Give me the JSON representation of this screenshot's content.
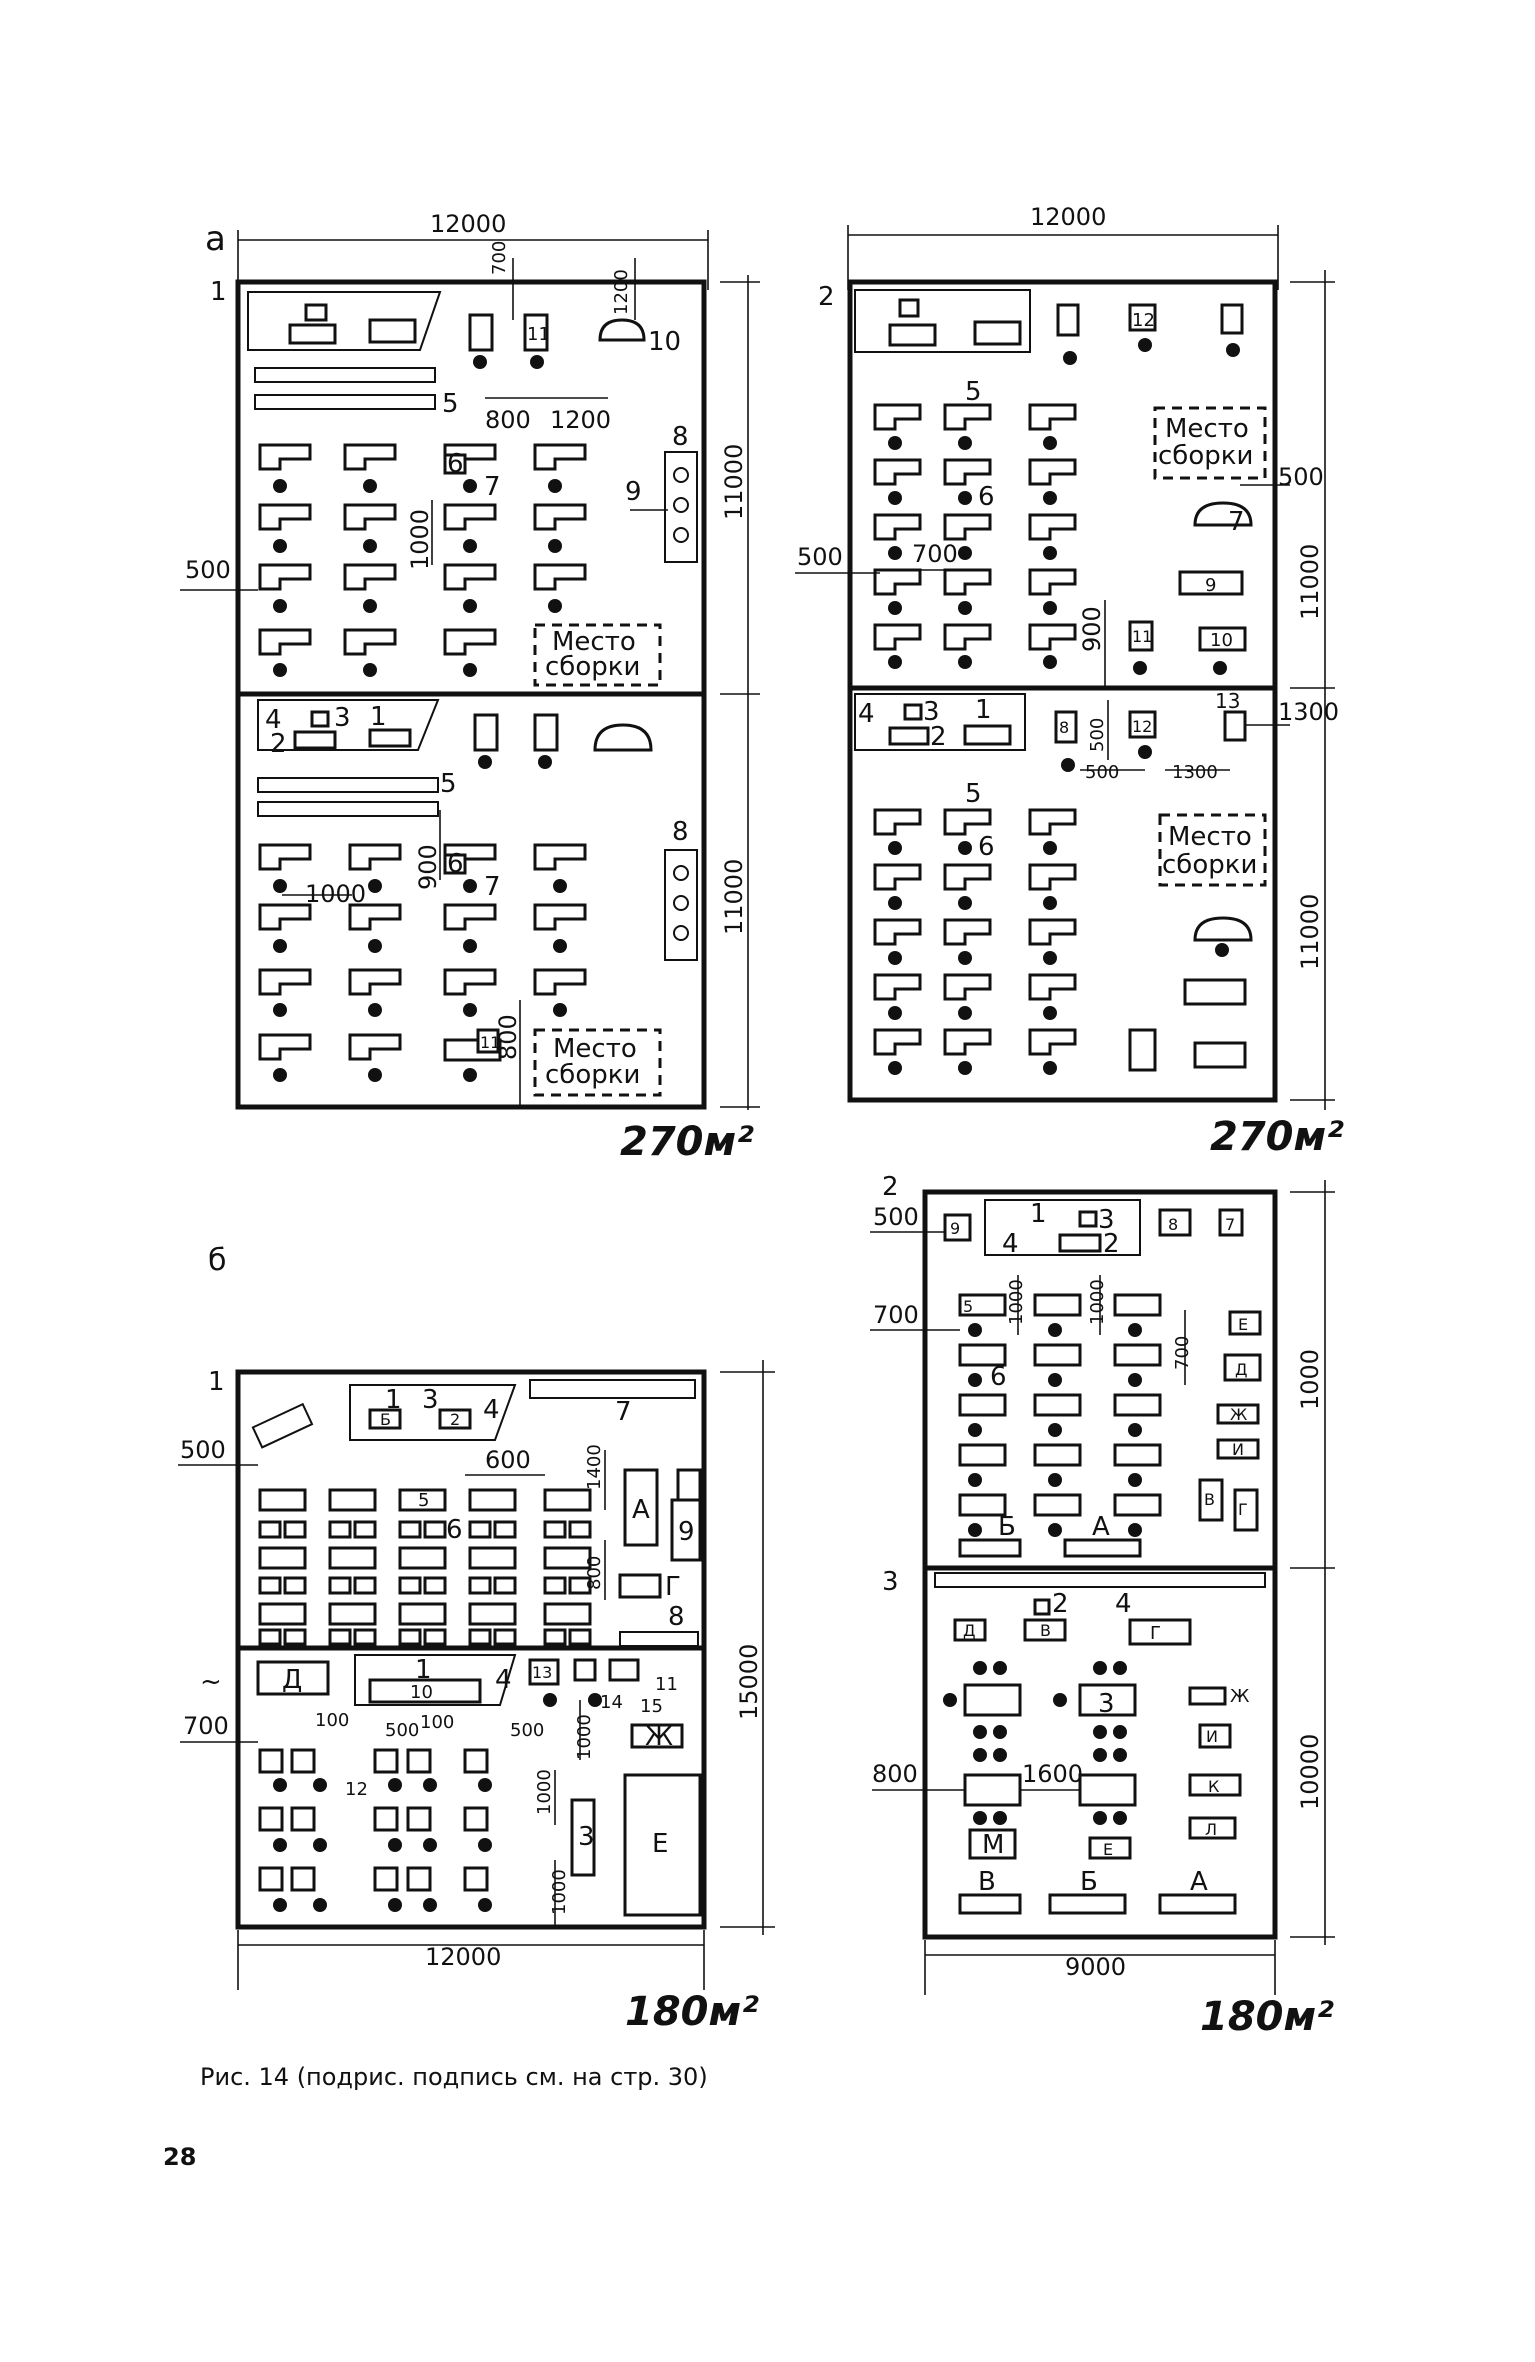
{
  "fig_a_label": "а",
  "fig_b_label": "б",
  "a1": {
    "num": "1",
    "width": "12000",
    "h_top": "11000",
    "h_bot": "11000",
    "area": "270м²",
    "assembly": [
      "Место",
      "сборки"
    ],
    "dims_top": [
      "700",
      "1200",
      "800",
      "1200",
      "1000",
      "500"
    ],
    "dims_bot": [
      "1000",
      "900",
      "800"
    ],
    "labels_top": [
      "5",
      "6",
      "7",
      "8",
      "9",
      "10",
      "11"
    ],
    "labels_bot": [
      "1",
      "2",
      "3",
      "4",
      "5",
      "6",
      "7",
      "8",
      "11"
    ]
  },
  "a2": {
    "num": "2",
    "width": "12000",
    "h_top": "11000",
    "h_bot": "11000",
    "area": "270м²",
    "assembly": [
      "Место",
      "сборки"
    ],
    "dims": [
      "500",
      "700",
      "500",
      "900",
      "500",
      "1300",
      "1300",
      "500"
    ],
    "labels_top": [
      "5",
      "6",
      "7",
      "9",
      "10",
      "11",
      "12"
    ],
    "labels_bot": [
      "1",
      "2",
      "3",
      "4",
      "5",
      "6",
      "8",
      "12",
      "13"
    ]
  },
  "b1": {
    "num": "1",
    "width": "12000",
    "height": "15000",
    "area": "180м²",
    "dims": [
      "500",
      "600",
      "1400",
      "800",
      "700",
      "100",
      "500",
      "100",
      "500",
      "1000",
      "1000",
      "1000"
    ],
    "labels": [
      "1",
      "2",
      "3",
      "4",
      "5",
      "6",
      "7",
      "8",
      "9",
      "10",
      "11",
      "12",
      "13",
      "14",
      "15",
      "А",
      "Б",
      "Г",
      "Д",
      "Ж",
      "Е",
      "~"
    ]
  },
  "b2": {
    "num_top": "2",
    "num_mid": "3",
    "width": "9000",
    "h_top": "1000",
    "h_bot": "10000",
    "area": "180м²",
    "dims": [
      "500",
      "700",
      "1000",
      "1000",
      "700",
      "800",
      "1600"
    ],
    "labels_top": [
      "1",
      "2",
      "3",
      "4",
      "5",
      "6",
      "7",
      "8",
      "9",
      "А",
      "Б",
      "В",
      "Г",
      "Д",
      "Е",
      "Ж",
      "И"
    ],
    "labels_bot": [
      "2",
      "3",
      "4",
      "А",
      "Б",
      "В",
      "Г",
      "Д",
      "Е",
      "Ж",
      "И",
      "К",
      "Л",
      "М"
    ]
  },
  "caption": "Рис. 14 (подрис. подпись см. на стр. 30)",
  "page_number": "28"
}
